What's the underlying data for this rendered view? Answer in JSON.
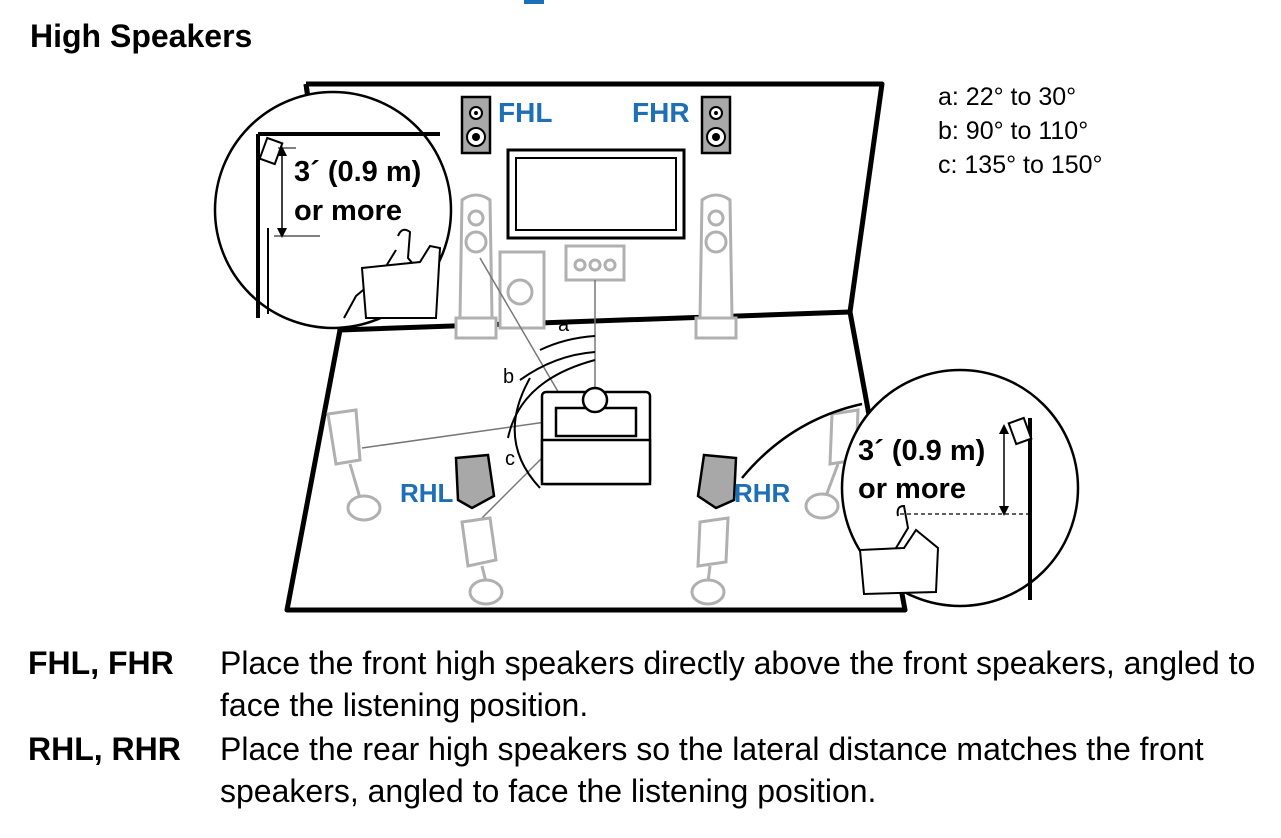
{
  "section_title": "High Speakers",
  "diagram": {
    "labels": {
      "fhl": "FHL",
      "fhr": "FHR",
      "rhl": "RHL",
      "rhr": "RHR",
      "angle_a": "a",
      "angle_b": "b",
      "angle_c": "c",
      "height_left_line1": "3´ (0.9 m)",
      "height_left_line2": "or more",
      "height_right_line1": "3´ (0.9 m)",
      "height_right_line2": "or more"
    },
    "colors": {
      "speaker_label": "#1d6fb8",
      "line": "#000000",
      "faded": "#b0b0b0",
      "speaker_fill": "#a8a8a8"
    }
  },
  "legend": [
    "a: 22° to 30°",
    "b: 90° to 110°",
    "c: 135° to 150°"
  ],
  "descriptions": [
    {
      "term": "FHL, FHR",
      "text": "Place the front high speakers directly above the front speakers, angled to face the listening position."
    },
    {
      "term": "RHL, RHR",
      "text": "Place the rear high speakers so the lateral distance matches the front speakers, angled to face the listening position."
    }
  ]
}
